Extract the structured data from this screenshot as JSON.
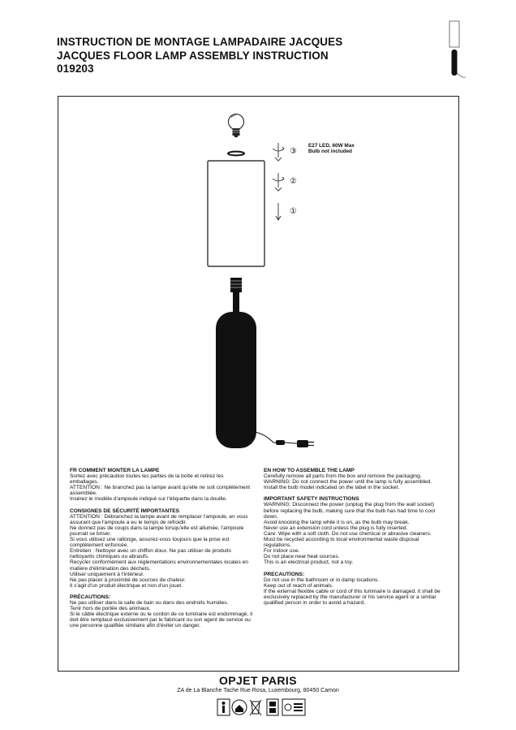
{
  "header": {
    "title_fr": "INSTRUCTION DE MONTAGE LAMPADAIRE JACQUES",
    "title_en": "JACQUES FLOOR LAMP ASSEMBLY INSTRUCTION",
    "reference": "019203"
  },
  "diagram": {
    "spec_line1": "E27 LED, 60W Max",
    "spec_line2": "Bulb not included",
    "step3": "③",
    "step2": "②",
    "step1": "①"
  },
  "fr": {
    "heading": "FR COMMENT MONTER LA LAMPE",
    "lines": [
      "Sortez avec précaution toutes les parties de la boîte et retirez les emballages.",
      "ATTENTION : Ne branchez pas la lampe avant qu'elle ne soit complètement assemblée.",
      "Insérez le modèle d'ampoule indiqué sur l'étiquette dans la douille."
    ],
    "safety_heading": "CONSIGNES DE SÉCURITÉ IMPORTANTES",
    "safety_lines": [
      "ATTENTION : Débranchez la lampe avant de remplacer l'ampoule, en vous assurant que l'ampoule a eu le temps de refroidir.",
      "Ne donnez pas de coups dans la lampe lorsqu'elle est allumée, l'ampoule pourrait se briser.",
      "Si vous utilisez une rallonge, assurez-vous toujours que la prise est complètement enfoncée.",
      "Entretien : Nettoyer avec un chiffon doux. Ne pas utiliser de produits nettoyants chimiques ou abrasifs.",
      "Recycler conformément aux réglementations environnementales locales en matière d'élimination des déchets.",
      "Utiliser uniquement à l'intérieur.",
      "Ne pas placer à proximité de sources de chaleur.",
      "Il s'agit d'un produit électrique et non d'un jouet."
    ],
    "precautions_heading": "PRÉCAUTIONS:",
    "precautions_lines": [
      "Ne pas utiliser dans la salle de bain ou dans des endroits humides.",
      "Tenir hors de portée des animaux.",
      "Si le câble électrique externe ou le cordon de ce luminaire est endommagé, il doit être remplacé exclusivement par le fabricant ou son agent de service ou une personne qualifiée similaire afin d'éviter un danger."
    ]
  },
  "en": {
    "heading": "EN HOW TO ASSEMBLE THE LAMP",
    "lines": [
      "Cerefully remove all parts from the box and remove the packaging.",
      "WARNING: Do not connect the power until the lamp is fully assembled.",
      "Install the bulb model indicated on the label in the socket."
    ],
    "safety_heading": "IMPORTANT SAFETY INSTRUCTIONS",
    "safety_lines": [
      "WARNING: Disconnect the power (unplug the plug from the wall socket) before replacing the bulb, making sure that the bulb has had time to cool down.",
      "Avoid knocking the lamp while it is on, as the bulb may break.",
      "Never use an extension cord unless the plug is fully inserted.",
      "Care: Wipe with a soft cloth. Do not use chemical or abrasive cleaners.",
      "Must be recycled according to local environmental waste disposal regulations.",
      "For indoor use.",
      "Do not place near heat sources.",
      "This is an electrical product, not a toy."
    ],
    "precautions_heading": "PRECAUTIONS:",
    "precautions_lines": [
      "Do not use in the bathroom or in damp locations.",
      "Keep out of reach of animals.",
      "If the external flexible cable or cord of this luminaire is damaged, it shall be exclusively replaced by the manufacturer or his service agent or a similar qualified person in order to avoid a hazard."
    ]
  },
  "footer": {
    "brand": "OPJET PARIS",
    "address": "ZA de La Blanche Tache Rue Rosa, Luxembourg, 80450 Camon"
  }
}
